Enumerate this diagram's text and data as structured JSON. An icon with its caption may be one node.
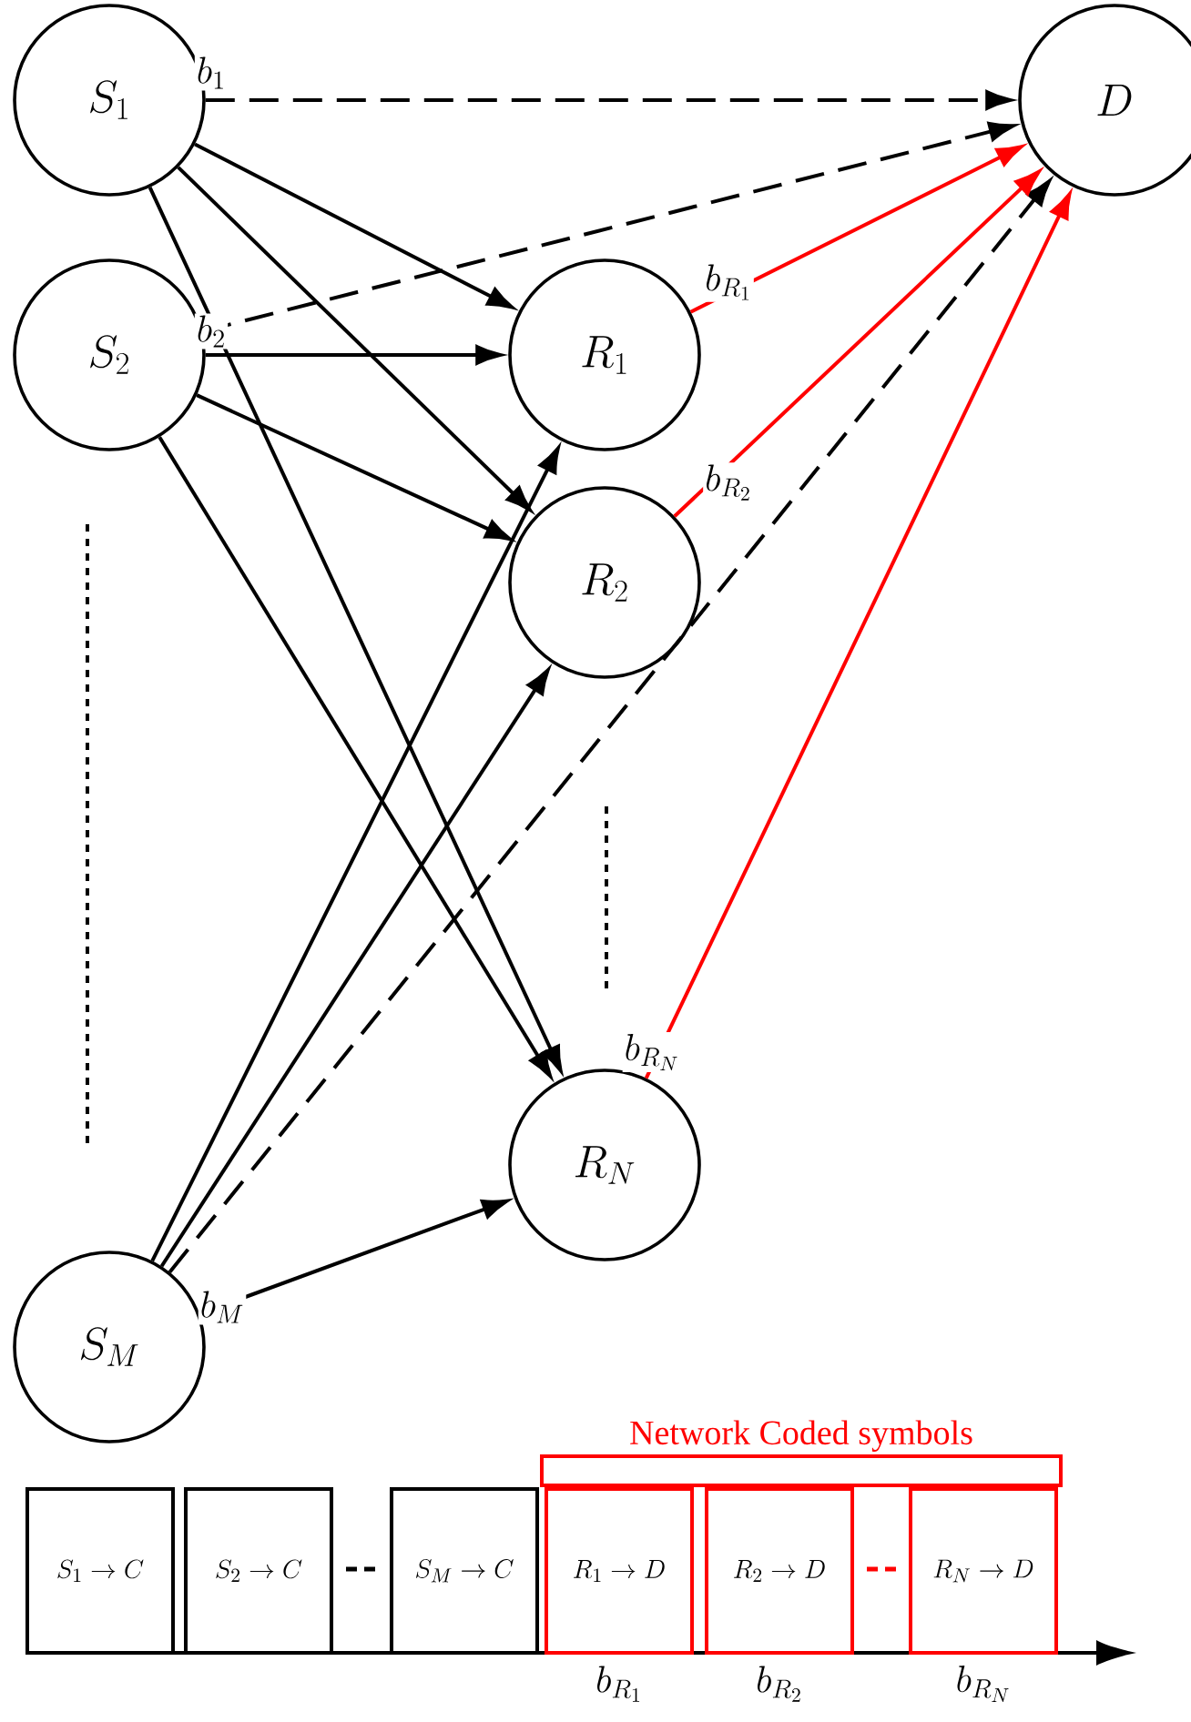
{
  "diagram": {
    "nodes": [
      {
        "text": [
          "S_1"
        ]
      },
      {
        "text": [
          "S_2"
        ]
      },
      {
        "text": [
          "S_M"
        ]
      },
      {
        "text": [
          "R_1"
        ]
      },
      {
        "text": [
          "R_2"
        ]
      },
      {
        "text": [
          "R_N"
        ]
      },
      {
        "text": [
          "D"
        ]
      },
      {
        "text": [
          "Network Coded symbols"
        ]
      },
      {
        "text": [
          "S_1\\rightarrow C"
        ]
      },
      {
        "text": [
          "S_2\\rightarrow C"
        ]
      },
      {
        "text": [
          "S_M\\rightarrow C"
        ]
      },
      {
        "text": [
          "R_1\\rightarrow D"
        ],
        "beside": [
          "b_{R_1}"
        ]
      },
      {
        "text": [
          "R_2\\rightarrow D"
        ],
        "beside": [
          "b_{R_2}"
        ]
      },
      {
        "text": [
          "R_N\\rightarrow D"
        ],
        "beside": [
          "b_{R_N}"
        ]
      }
    ],
    "edges": [
      {
        "from": 0,
        "to": 6,
        "arrow": "to",
        "style": "dashed"
      },
      {
        "from": 0,
        "to": 3,
        "arrow": "to"
      },
      {
        "from": 0,
        "to": 4,
        "arrow": "to"
      },
      {
        "from": 0,
        "to": 5,
        "arrow": "to"
      },
      {
        "from": 1,
        "to": 6,
        "arrow": "to",
        "style": "dashed"
      },
      {
        "from": 1,
        "to": 3,
        "arrow": "to"
      },
      {
        "from": 1,
        "to": 4,
        "arrow": "to"
      },
      {
        "from": 1,
        "to": 5,
        "arrow": "to"
      },
      {
        "from": 2,
        "to": 3,
        "arrow": "to"
      },
      {
        "from": 2,
        "to": 4,
        "arrow": "to"
      },
      {
        "from": 2,
        "to": 6,
        "arrow": "to",
        "style": "dashed"
      },
      {
        "from": 2,
        "to": 5,
        "arrow": "to"
      },
      {
        "from": 3,
        "to": 6,
        "arrow": "to",
        "color": "#ff0000",
        "label": "b_{R_1}"
      },
      {
        "from": 4,
        "to": 6,
        "arrow": "to",
        "color": "#ff0000",
        "label": "b_{R_2}"
      },
      {
        "from": 5,
        "to": 6,
        "arrow": "to",
        "color": "#ff0000",
        "label": "b_{R_N}"
      }
    ],
    "labels": [
      "b_1",
      "b_2",
      "b_M"
    ]
  }
}
